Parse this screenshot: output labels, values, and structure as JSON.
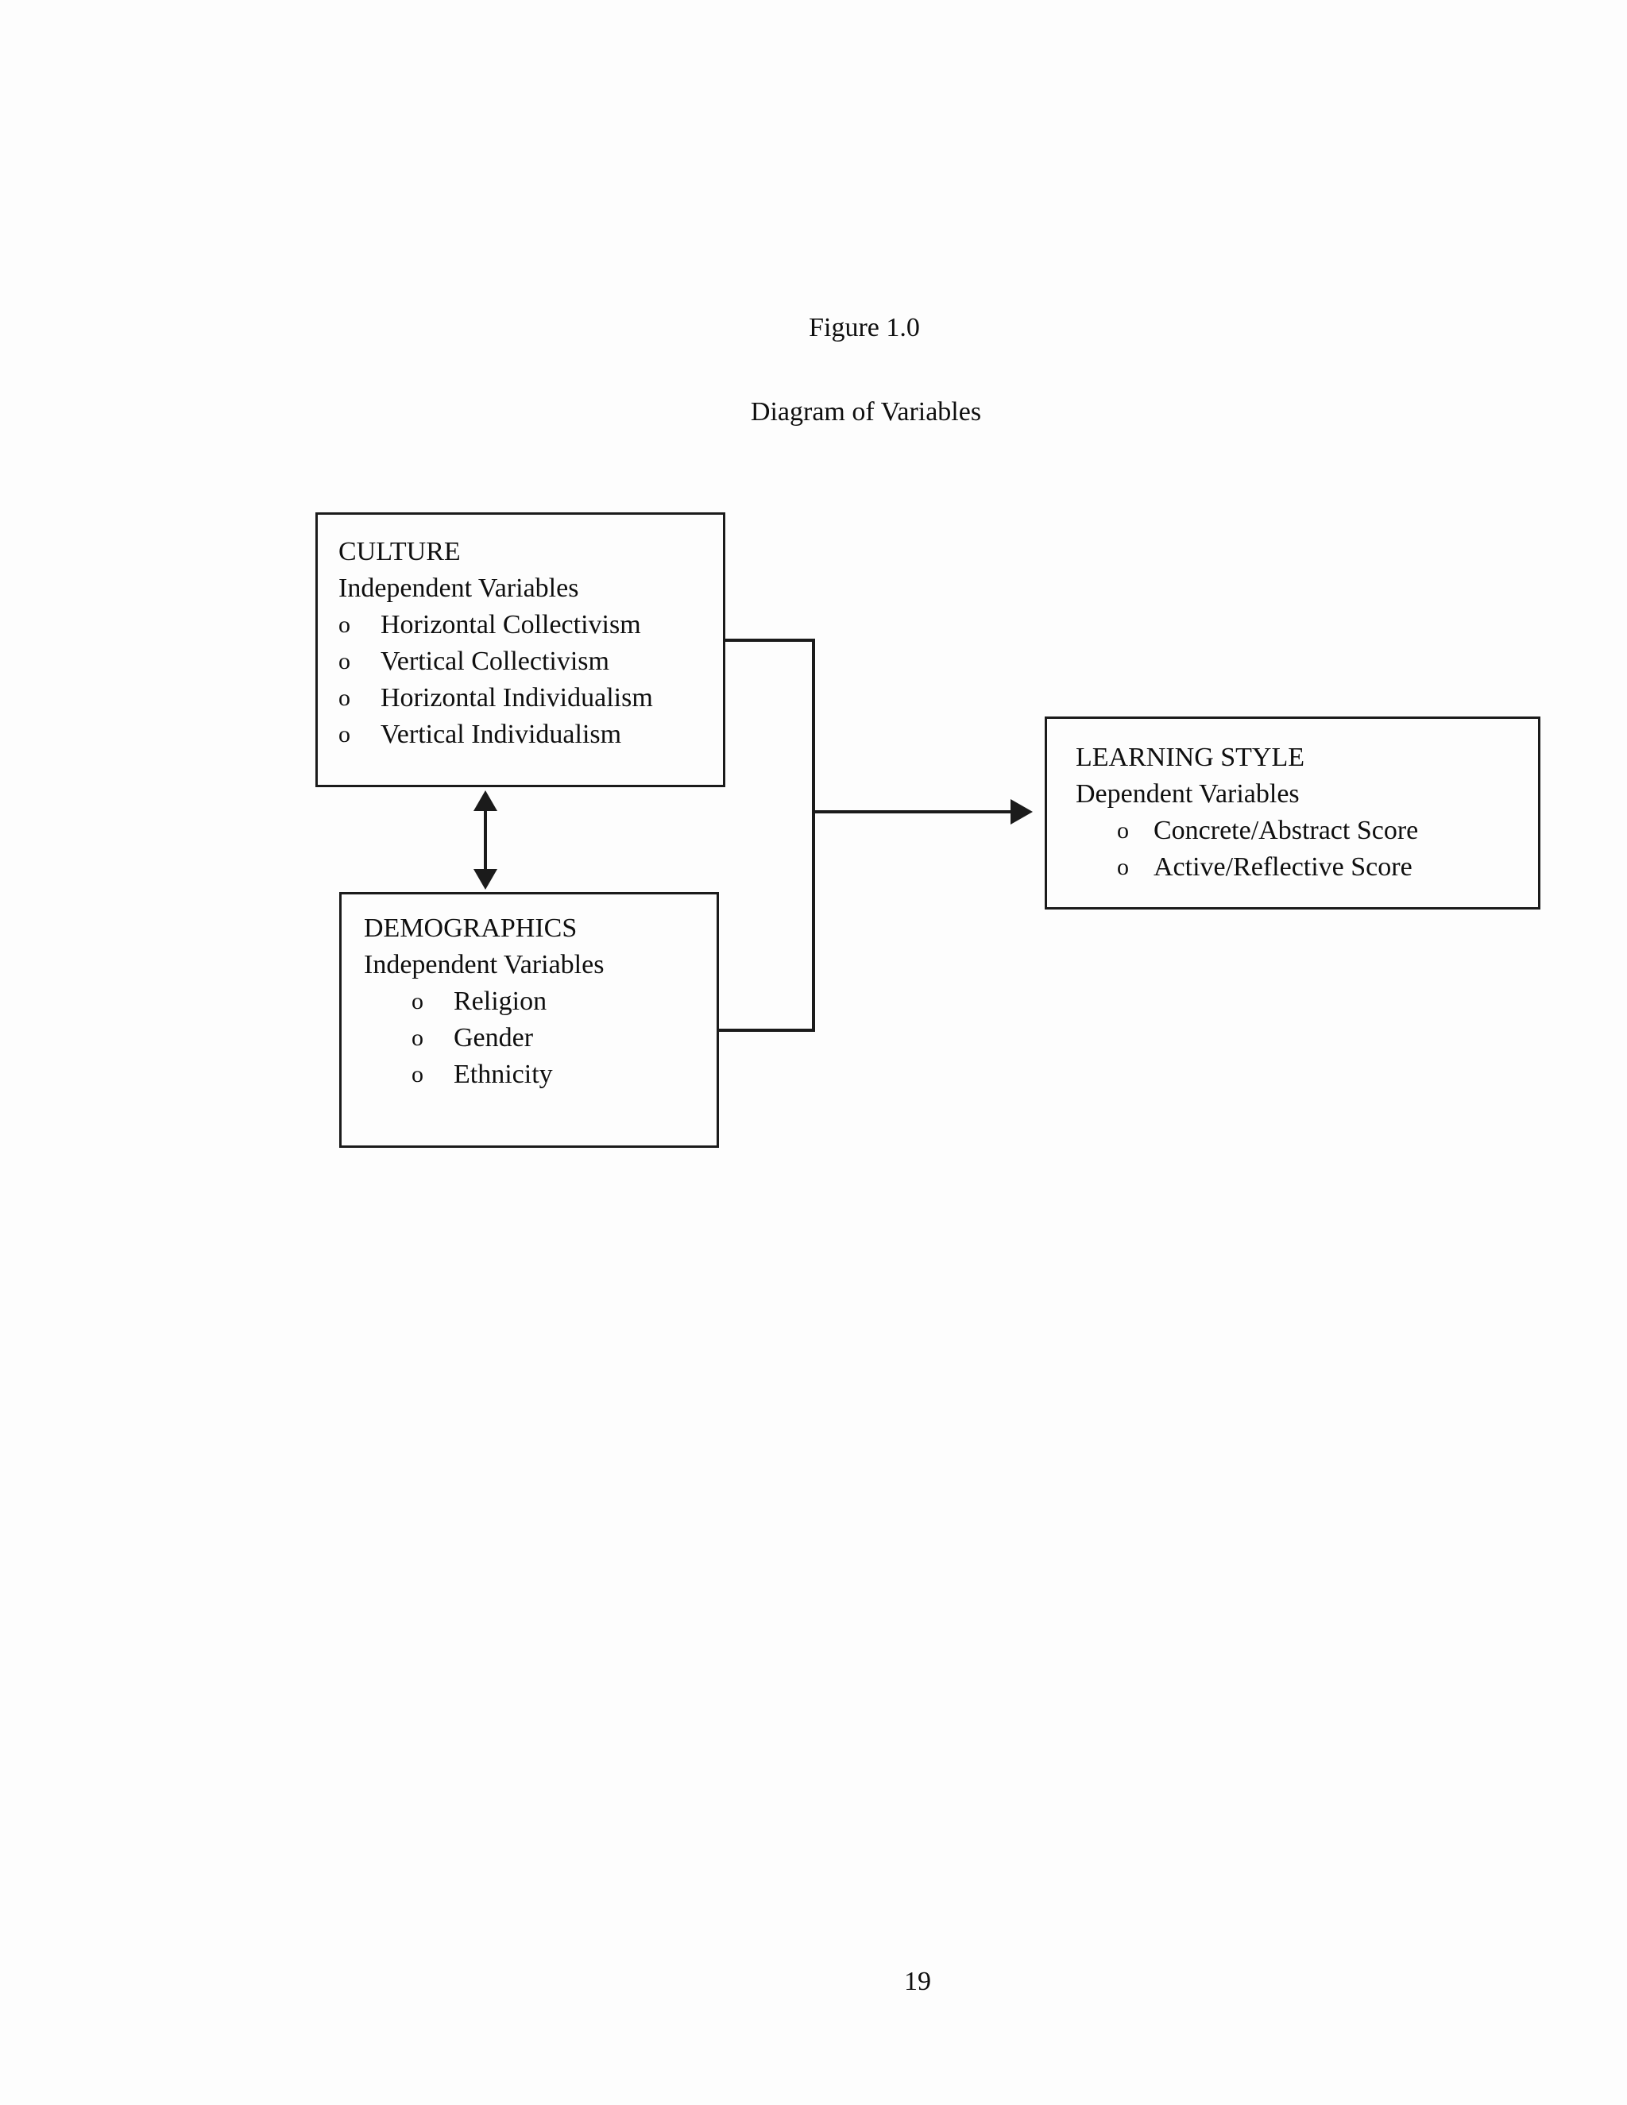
{
  "page": {
    "figure_label": "Figure 1.0",
    "figure_title": "Diagram of Variables",
    "page_number": "19"
  },
  "diagram": {
    "bullet_marker": "o",
    "boxes": {
      "culture": {
        "title": "CULTURE",
        "subtitle": "Independent Variables",
        "items": [
          "Horizontal Collectivism",
          "Vertical Collectivism",
          "Horizontal Individualism",
          "Vertical Individualism"
        ]
      },
      "demographics": {
        "title": "DEMOGRAPHICS",
        "subtitle": "Independent Variables",
        "items": [
          "Religion",
          "Gender",
          "Ethnicity"
        ]
      },
      "learning_style": {
        "title": "LEARNING STYLE",
        "subtitle": "Dependent Variables",
        "items": [
          "Concrete/Abstract Score",
          "Active/Reflective Score"
        ]
      }
    },
    "connections": [
      {
        "from": "CULTURE",
        "to": "DEMOGRAPHICS",
        "style": "double-headed-arrow"
      },
      {
        "from": "CULTURE + DEMOGRAPHICS",
        "to": "LEARNING STYLE",
        "style": "single-arrow"
      }
    ],
    "colors": {
      "ink": "#1b1b1b",
      "paper": "#fdfdfd"
    }
  }
}
